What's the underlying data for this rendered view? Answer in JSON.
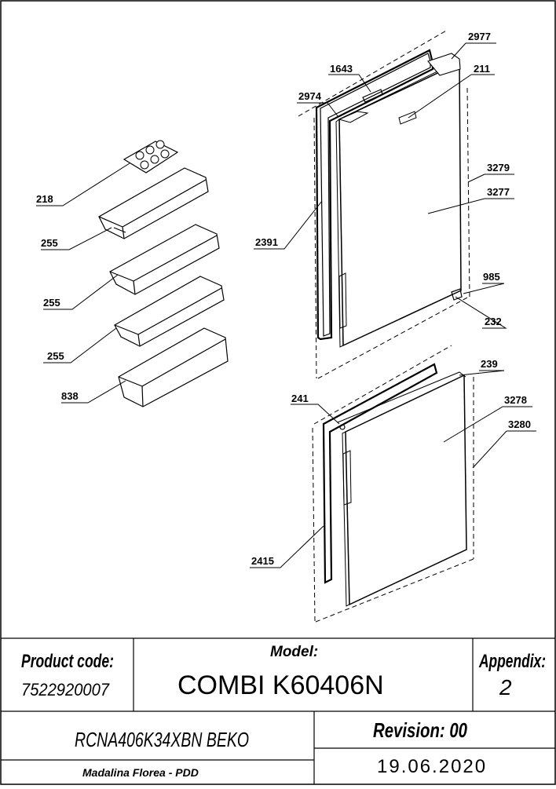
{
  "callouts": {
    "c2977": "2977",
    "c1643": "1643",
    "c211": "211",
    "c2974": "2974",
    "c218": "218",
    "c3279": "3279",
    "c3277": "3277",
    "c255a": "255",
    "c2391": "2391",
    "c255b": "255",
    "c985": "985",
    "c232": "232",
    "c255c": "255",
    "c239": "239",
    "c838": "838",
    "c3278": "3278",
    "c241": "241",
    "c3280": "3280",
    "c2415": "2415"
  },
  "title_block": {
    "product_code_label": "Product code:",
    "product_code": "7522920007",
    "model_label": "Model:",
    "model": "COMBI K60406N",
    "appendix_label": "Appendix:",
    "appendix": "2",
    "product_name": "RCNA406K34XBN BEKO",
    "revision": "Revision: 00",
    "author": "Madalina Florea - PDD",
    "date": "19.06.2020"
  }
}
